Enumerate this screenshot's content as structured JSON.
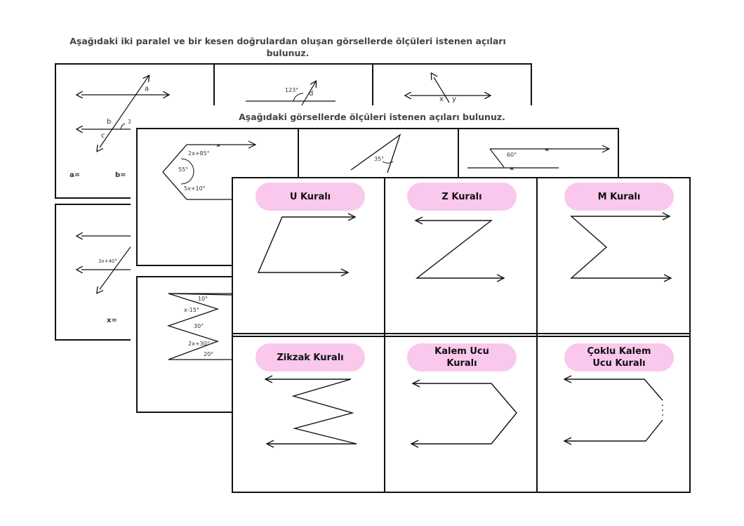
{
  "back_sheet": {
    "title_line1": "Aşağıdaki iki paralel ve bir kesen doğrulardan oluşan görsellerde ölçüleri istenen açıları",
    "title_line2": "bulunuz.",
    "labels": {
      "a": "a",
      "b": "b",
      "c": "c",
      "three": "3",
      "ang123": "123°",
      "d": "d",
      "x": "x",
      "y": "y",
      "expr": "3x+40°"
    },
    "answers": {
      "a": "a=",
      "b": "b=",
      "x": "x="
    }
  },
  "middle_sheet": {
    "title": "Aşağıdaki görsellerde ölçüleri istenen açıları bulunuz.",
    "labels": {
      "e1": "2x+85°",
      "e2": "55°",
      "e3": "5x+10°",
      "e4": "35°",
      "e5": "60°",
      "z1": "10°",
      "z2": "x-15°",
      "z3": "30°",
      "z4": "2x+30°",
      "z5": "20°"
    }
  },
  "rules": [
    {
      "label": "U Kuralı",
      "shape": "U"
    },
    {
      "label": "Z Kuralı",
      "shape": "Z"
    },
    {
      "label": "M Kuralı",
      "shape": "M"
    },
    {
      "label": "Zikzak Kuralı",
      "shape": "zigzag"
    },
    {
      "label": "Kalem Ucu\nKuralı",
      "shape": "pen"
    },
    {
      "label": "Çoklu Kalem\nUcu Kuralı",
      "shape": "multipen"
    }
  ],
  "colors": {
    "pill": "#f9c8ec",
    "line": "#111111"
  }
}
